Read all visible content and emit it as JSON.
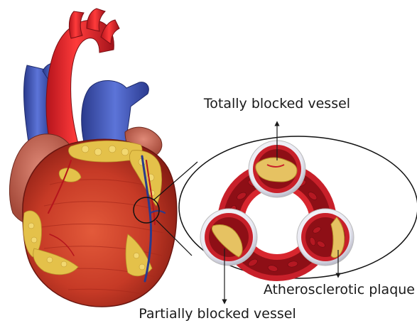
{
  "labels": {
    "top": "Totally blocked vessel",
    "right": "Atherosclerotic plaque",
    "bottom": "Partially blocked vessel"
  },
  "colors": {
    "vessel_red": "#c8202a",
    "blood_red": "#8e0f16",
    "plaque_yellow": "#e6c262",
    "fat_yellow": "#e4c14a",
    "vein_blue": "#3a4fae",
    "myocardium": "#c63a26"
  }
}
